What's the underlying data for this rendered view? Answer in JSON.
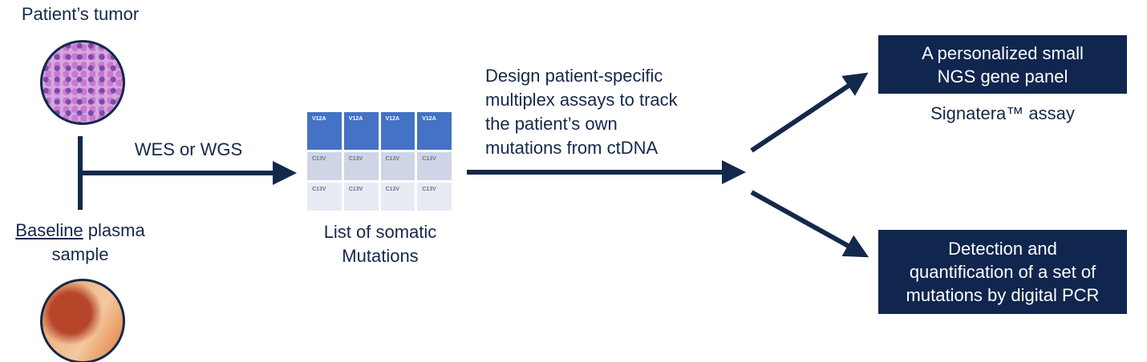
{
  "left": {
    "tumor_label": "Patient’s tumor",
    "plasma_label_underlined": "Baseline",
    "plasma_label_rest": " plasma",
    "plasma_label_line2": "sample",
    "sequencing_label": "WES or WGS"
  },
  "mutation_table": {
    "header": [
      "V12A",
      "V12A",
      "V12A",
      "V12A"
    ],
    "rows": [
      [
        "C13V",
        "C13V",
        "C13V",
        "C13V"
      ],
      [
        "C13V",
        "C13V",
        "C13V",
        "C13V"
      ]
    ],
    "caption_line1": "List of somatic",
    "caption_line2": "Mutations"
  },
  "design_text": [
    "Design patient-specific",
    "multiplex assays to track",
    "the patient’s own",
    "mutations from ctDNA"
  ],
  "outputs": {
    "ngs_box": [
      "A personalized small",
      "NGS gene panel"
    ],
    "ngs_caption": "Signatera™ assay",
    "pcr_box": [
      "Detection and",
      "quantification of a set of",
      "mutations by digital PCR"
    ]
  },
  "colors": {
    "navy": "#10264f",
    "table_header": "#4472c4"
  }
}
